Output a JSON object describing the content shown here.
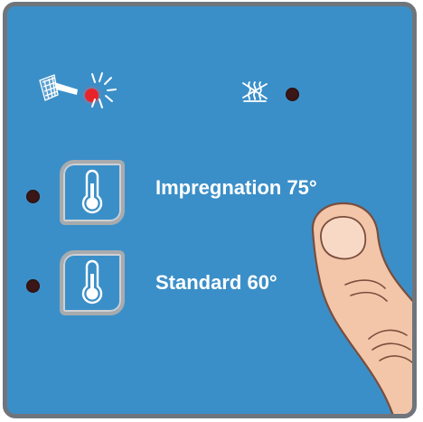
{
  "panel": {
    "indicators": {
      "impregnation_lamp": {
        "state": "on",
        "color": "#e8242b",
        "icon": "steam-brush-icon"
      },
      "no_steam_lamp": {
        "state": "off",
        "color": "#3a1616",
        "icon": "no-steam-icon"
      }
    },
    "programs": [
      {
        "label": "Impregnation 75°",
        "icon": "thermometer-icon",
        "led_state": "off"
      },
      {
        "label": "Standard 60°",
        "icon": "thermometer-icon",
        "led_state": "off"
      }
    ],
    "colors": {
      "panel": "#3b8fc8",
      "frame": "#6f757b",
      "text": "#ffffff",
      "button_border": "#a8abae"
    }
  }
}
